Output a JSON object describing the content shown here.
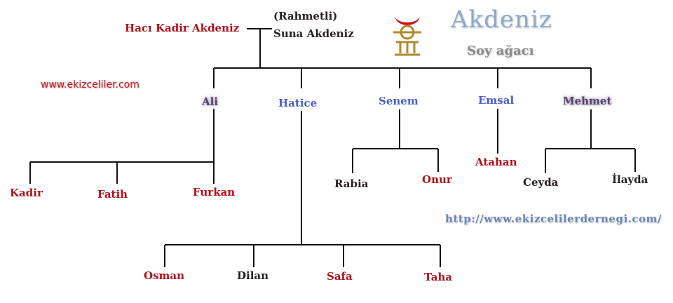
{
  "brand": {
    "title": "Akdeniz",
    "subtitle": "Soy ağacı",
    "logo_icon": "crescent-tamga-icon",
    "logo_color": "#c8101c",
    "logo_mark_color": "#b08a2a"
  },
  "websites": {
    "left": "www.ekizceliler.com",
    "right": "http://www.ekizcelilerdernegi.com/"
  },
  "root": {
    "husband": "Hacı Kadir Akdeniz",
    "note": "(Rahmetli)",
    "wife": "Suna Akdeniz"
  },
  "children": [
    {
      "name": "Ali",
      "kids": [
        "Kadir",
        "Fatih",
        "Furkan"
      ]
    },
    {
      "name": "Hatice",
      "kids": [
        "Osman",
        "Dilan",
        "Safa",
        "Taha"
      ]
    },
    {
      "name": "Senem",
      "kids": [
        "Rabia",
        "Onur"
      ]
    },
    {
      "name": "Emsal",
      "kids": [
        "Atahan"
      ]
    },
    {
      "name": "Mehmet",
      "kids": [
        "Ceyda",
        "İlayda"
      ]
    }
  ],
  "colors": {
    "line": "#111111",
    "red_text": "#b0101c",
    "blue_text": "#4a5fc8"
  }
}
